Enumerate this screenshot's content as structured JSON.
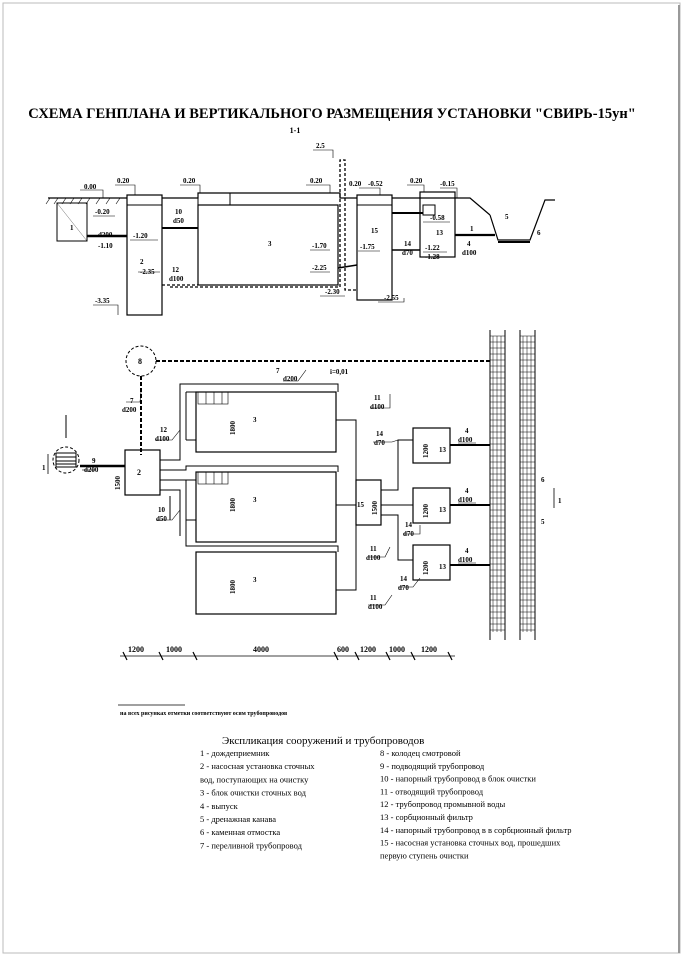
{
  "title": "СХЕМА ГЕНПЛАНА И ВЕРТИКАЛЬНОГО РАЗМЕЩЕНИЯ УСТАНОВКИ \"СВИРЬ-15ун\"",
  "section_label": "1-1",
  "elevations": {
    "e_0_00": "0.00",
    "e_m0_20": "-0.20",
    "e_p0_20_a": "0.20",
    "e_p0_20_b": "0.20",
    "e_p0_20_c": "0.20",
    "e_p0_20_d": "0.20",
    "e_p0_20_e": "0.20",
    "e_2_5": "2.5",
    "e_m0_52": "-0.52",
    "e_m0_15": "-0.15",
    "e_m0_58": "-0.58",
    "e_m1_20": "-1.20",
    "e_m1_10": "-1.10",
    "e_m2_35": "-2.35",
    "e_m3_35": "-3.35",
    "e_m1_70": "-1.70",
    "e_m2_25": "-2.25",
    "e_m2_30": "-2.30",
    "e_m1_75": "-1.75",
    "e_m2_55": "-2.55",
    "e_m1_22": "-1.22",
    "e_m1_28": "-1.28"
  },
  "pipe_labels": {
    "d200": "d200",
    "d100": "d100",
    "d70": "d70",
    "d50": "d50",
    "n1": "1",
    "n2": "2",
    "n3": "3",
    "n4": "4",
    "n5": "5",
    "n6": "6",
    "n7": "7",
    "n8": "8",
    "n9": "9",
    "n10": "10",
    "n11": "11",
    "n12": "12",
    "n13": "13",
    "n14": "14",
    "n15": "15",
    "slope": "i=0,01"
  },
  "plan_sizes": {
    "s1800": "1800",
    "s1500": "1500",
    "s1200": "1200"
  },
  "dimensions": [
    "1200",
    "1000",
    "4000",
    "600",
    "1200",
    "1000",
    "1200"
  ],
  "footnote": "на всех рисунках отметки соответствуют осям трубопроводов",
  "legend": {
    "heading": "Экспликация сооружений и трубопроводов",
    "left": [
      "1 - дождеприемник",
      "2 - насосная установка сточных",
      "вод, поступающих на очистку",
      "3 - блок очистки сточных вод",
      "4 - выпуск",
      "5 - дренажная канава",
      "6 - каменная отмостка",
      "7 - переливной трубопровод"
    ],
    "right": [
      "8 - колодец смотровой",
      "9 - подводящий трубопровод",
      "10 - напорный трубопровод в блок очистки",
      "11 - отводящий трубопровод",
      "12 - трубопровод промывной воды",
      "13 - сорбционный фильтр",
      "14 - напорный трубопровод в в сорбционный фильтр",
      "15 - насосная установка сточных вод, прошедших",
      "первую ступень очистки"
    ]
  }
}
